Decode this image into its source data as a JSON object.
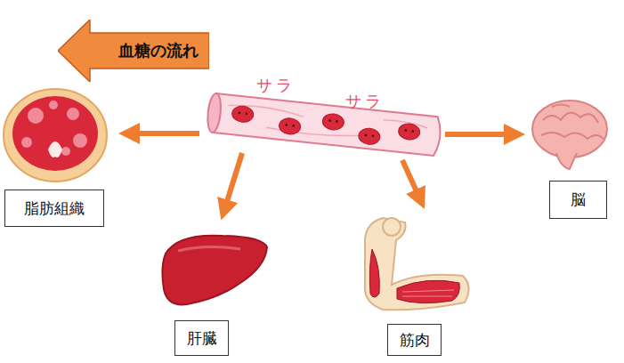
{
  "diagram": {
    "nodes": [
      {
        "text": [
          "血糖の流れ"
        ]
      },
      {
        "text": [
          "脂肪組織"
        ]
      },
      {
        "text": [
          "肝臓"
        ]
      },
      {
        "text": [
          "筋肉"
        ]
      },
      {
        "text": [
          "脳"
        ]
      }
    ],
    "labels": [
      "サラ",
      "サラ"
    ]
  }
}
